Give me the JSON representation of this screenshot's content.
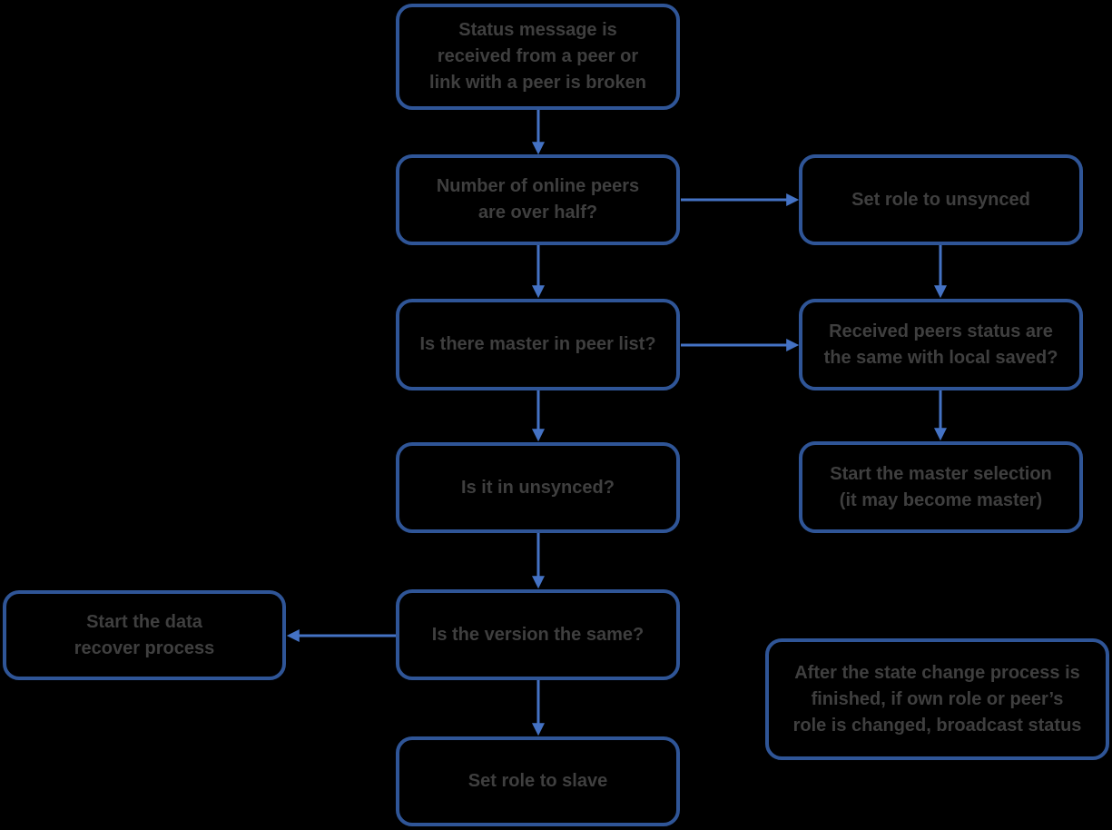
{
  "diagram": {
    "colors": {
      "background": "#000000",
      "node_border": "#2f5597",
      "connector": "#4472c4",
      "text": "#3f3f3f"
    },
    "nodes": [
      {
        "id": "status-message",
        "label": "Status message is\nreceived from a peer or\nlink with a peer is broken"
      },
      {
        "id": "peers-over-half",
        "label": "Number of online peers\nare over half?"
      },
      {
        "id": "set-role-unsynced",
        "label": "Set role to unsynced"
      },
      {
        "id": "master-in-peer-list",
        "label": "Is there master in peer list?"
      },
      {
        "id": "received-status-same",
        "label": "Received peers status are\nthe same with local saved?"
      },
      {
        "id": "is-it-unsynced",
        "label": "Is it in unsynced?"
      },
      {
        "id": "start-master-selection",
        "label": "Start the master selection\n(it may become master)"
      },
      {
        "id": "data-recover",
        "label": "Start the data\nrecover process"
      },
      {
        "id": "version-same",
        "label": "Is the version the same?"
      },
      {
        "id": "set-role-slave",
        "label": "Set role to slave"
      },
      {
        "id": "broadcast-note",
        "label": "After the state change process is\nfinished, if own role or peer’s\nrole is changed, broadcast status"
      }
    ],
    "edges": [
      {
        "from": "status-message",
        "to": "peers-over-half"
      },
      {
        "from": "peers-over-half",
        "to": "set-role-unsynced"
      },
      {
        "from": "peers-over-half",
        "to": "master-in-peer-list"
      },
      {
        "from": "set-role-unsynced",
        "to": "received-status-same"
      },
      {
        "from": "master-in-peer-list",
        "to": "received-status-same"
      },
      {
        "from": "master-in-peer-list",
        "to": "is-it-unsynced"
      },
      {
        "from": "received-status-same",
        "to": "start-master-selection"
      },
      {
        "from": "is-it-unsynced",
        "to": "version-same"
      },
      {
        "from": "version-same",
        "to": "data-recover"
      },
      {
        "from": "version-same",
        "to": "set-role-slave"
      }
    ]
  }
}
